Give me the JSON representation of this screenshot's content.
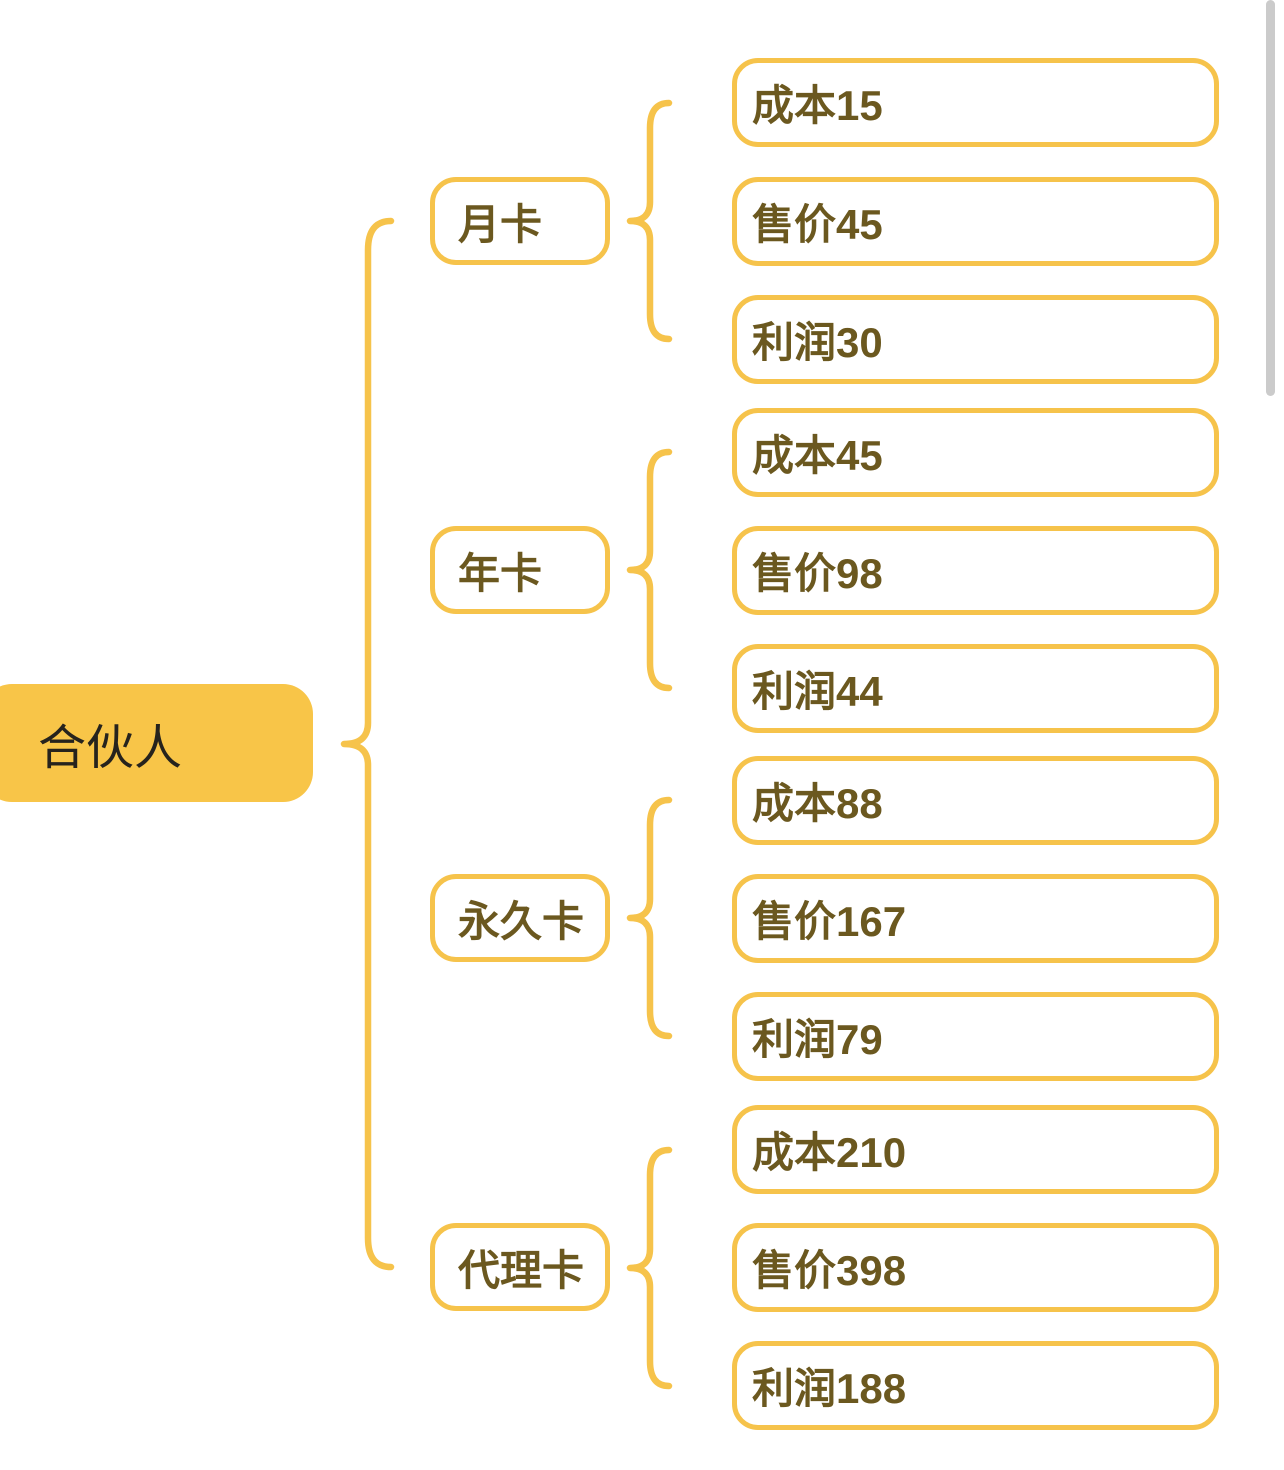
{
  "diagram": {
    "root": {
      "label": "合伙人"
    },
    "branches": [
      {
        "label": "月卡",
        "children": [
          {
            "label": "成本15"
          },
          {
            "label": "售价45"
          },
          {
            "label": "利润30"
          }
        ]
      },
      {
        "label": "年卡",
        "children": [
          {
            "label": "成本45"
          },
          {
            "label": "售价98"
          },
          {
            "label": "利润44"
          }
        ]
      },
      {
        "label": "永久卡",
        "children": [
          {
            "label": "成本88"
          },
          {
            "label": "售价167"
          },
          {
            "label": "利润79"
          }
        ]
      },
      {
        "label": "代理卡",
        "children": [
          {
            "label": "成本210"
          },
          {
            "label": "售价398"
          },
          {
            "label": "利润188"
          }
        ]
      }
    ]
  },
  "colors": {
    "accent_yellow": "#F6C34B",
    "root_node_fill": "#F8C548",
    "node_text": "#6B581F",
    "root_text": "#26231D",
    "background": "#FFFFFF",
    "scrollbar": "#CBCBCB"
  }
}
